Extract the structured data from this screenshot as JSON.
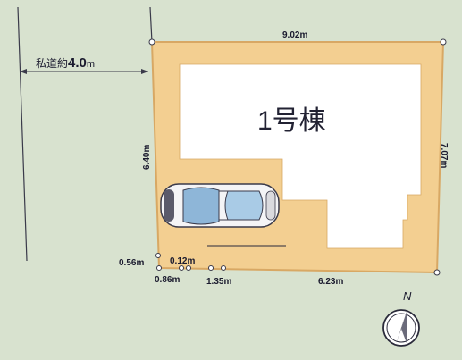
{
  "colors": {
    "background": "#d8e2cf",
    "lot_fill": "#f3cf91",
    "lot_stroke": "#d8a864",
    "building_fill": "#ffffff",
    "line": "#2a2a3a"
  },
  "road": {
    "label": "私道約",
    "width_value": "4.0",
    "unit": "m"
  },
  "building": {
    "label": "1号棟"
  },
  "dimensions": {
    "top": "9.02m",
    "left": "6.40m",
    "right": "7.07m",
    "bottom_left_vertical": "0.56m",
    "bottom_a": "0.12m",
    "bottom_b": "0.86m",
    "bottom_c": "1.35m",
    "bottom_main": "6.23m"
  },
  "compass": {
    "label": "N",
    "icon": "north-arrow-icon"
  },
  "car": {
    "icon": "car-icon"
  }
}
